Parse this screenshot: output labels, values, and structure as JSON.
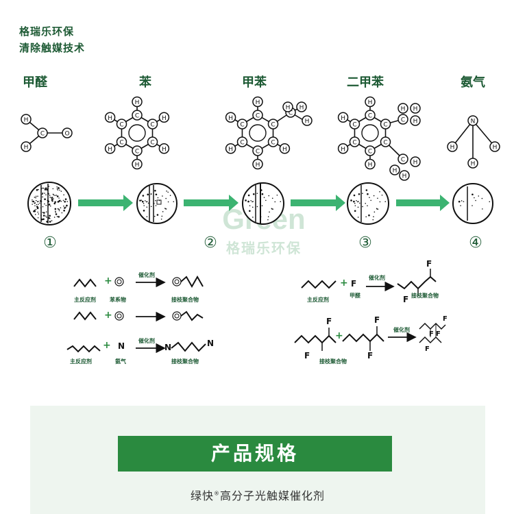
{
  "brand": {
    "line1": "格瑞乐环保",
    "line2": "清除触媒技术"
  },
  "chemicals": [
    "甲醛",
    "苯",
    "甲苯",
    "二甲苯",
    "氨气"
  ],
  "atoms": {
    "h": "H",
    "c": "C",
    "o": "O",
    "n": "N",
    "f": "F"
  },
  "stages": [
    "①",
    "②",
    "③",
    "④"
  ],
  "watermark": {
    "line1": "Green",
    "line2": "格瑞乐环保"
  },
  "reactions": {
    "main_reactant": "主反应剂",
    "benzene_series": "苯系物",
    "catalyst": "催化剂",
    "graft_polymer": "接枝聚合物",
    "ammonia": "氨气",
    "formaldehyde": "甲醛",
    "plus": "+"
  },
  "spec": {
    "title": "产品规格",
    "subtitle_a": "绿快",
    "subtitle_mark": "®",
    "subtitle_b": "高分子光触媒催化剂"
  },
  "colors": {
    "brand_green": "#1d5a34",
    "arrow_green": "#3cb371",
    "bar_green": "#2a8a3f",
    "panel_bg": "#eef5ef"
  }
}
